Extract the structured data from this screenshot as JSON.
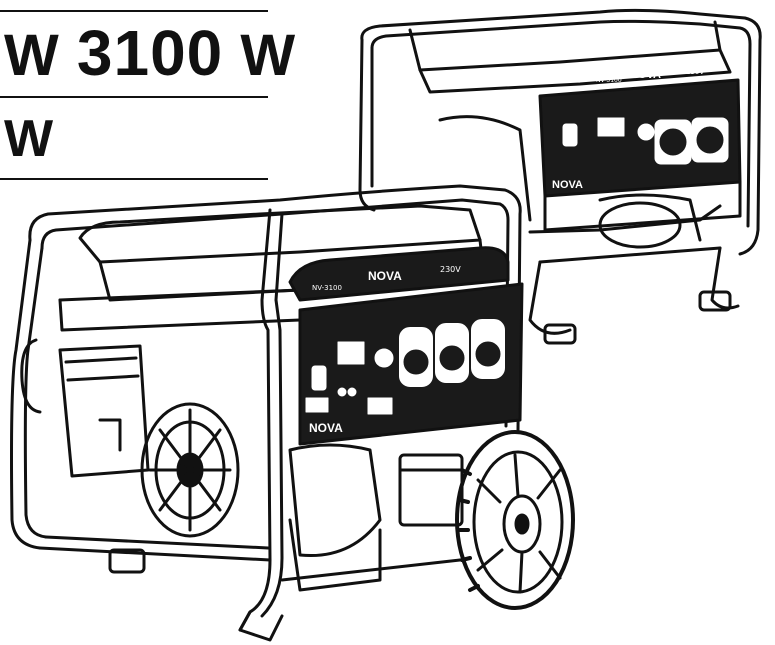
{
  "header": {
    "line1_prefix": "W",
    "line1_value": "3100",
    "line1_suffix": "W",
    "line2": "W"
  },
  "panels": {
    "front": {
      "brand": "NOVA",
      "logo": "NOVA",
      "voltage_label": "230V",
      "model_label": "NV-3100"
    },
    "back": {
      "brand": "NOVA",
      "logo": "NOVA",
      "voltage_label": "230V",
      "model_label": "NV-3100"
    }
  },
  "colors": {
    "ink": "#111111",
    "panel": "#1a1a1a",
    "paper": "#ffffff"
  }
}
